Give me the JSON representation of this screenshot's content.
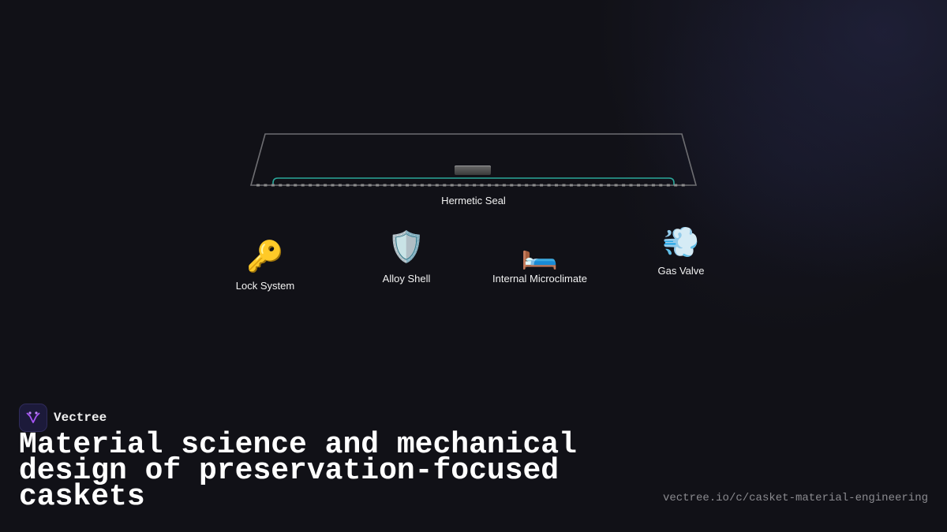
{
  "diagram": {
    "seal_label": "Hermetic Seal",
    "components": [
      {
        "label": "Lock System",
        "icon": "key-icon",
        "glyph": "🔑"
      },
      {
        "label": "Alloy Shell",
        "icon": "shield-icon",
        "glyph": "🛡️"
      },
      {
        "label": "Internal Microclimate",
        "icon": "bed-icon",
        "glyph": "🛏️"
      },
      {
        "label": "Gas Valve",
        "icon": "gas-puff-icon",
        "glyph": "💨"
      }
    ],
    "colors": {
      "lid_outline": "#6e6e72",
      "seal_line": "#2aa79a",
      "dots": "#8c8c8c"
    }
  },
  "brand": {
    "name": "Vectree",
    "logo_color": "#a855f7"
  },
  "title": "Material science and mechanical design of preservation-focused caskets",
  "url": "vectree.io/c/casket-material-engineering"
}
